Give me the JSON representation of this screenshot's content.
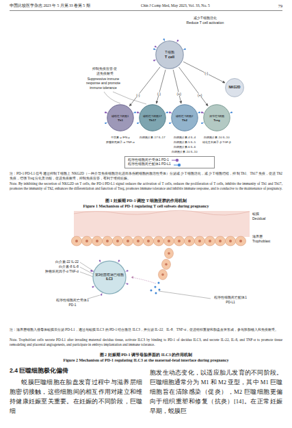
{
  "diagram": {
    "nodes": [
      {
        "text": [
          "T细胞",
          "T cell"
        ]
      },
      {
        "text": [
          "NKG2D"
        ]
      },
      {
        "text": [
          "辅助性T细胞1",
          "Th1"
        ]
      },
      {
        "text": [
          "辅助性T细胞17",
          "Th17"
        ]
      },
      {
        "text": [
          "辅助性T细胞2",
          "Th2"
        ]
      },
      {
        "text": [
          "调节性T细胞",
          "Treg"
        ]
      },
      {
        "text": [
          "第3组固有淋巴细胞",
          "ILC3"
        ]
      }
    ],
    "edges": [
      {
        "from": 0,
        "to": 1,
        "arrow": "to",
        "label": "(-)"
      },
      {
        "from": 0,
        "to": 2,
        "arrow": "to",
        "label": "(-)"
      },
      {
        "from": 0,
        "to": 3,
        "arrow": "to",
        "label": "(-)"
      },
      {
        "from": 0,
        "to": 4,
        "arrow": "to",
        "label": "(+)"
      },
      {
        "from": 0,
        "to": 5,
        "arrow": "to",
        "label": "(+)"
      }
    ],
    "labels": [
      "中国比较医学杂志 2023 年 5 月第 33 卷第 5 期",
      "Chin J Comp Med, May 2023, Vol. 33, No. 5",
      "79",
      "减少T细胞活化",
      "Reduce T cell activation",
      "抑制免疫应答 促进免疫耐受",
      "Suppressive immune response and promote immune tolerance",
      "干扰素-γ IFN-γ",
      "肿瘤坏死因子-α TNF-α",
      "白细胞介素-17 IL-17",
      "白细胞介素-4 IL-4",
      "白细胞介素-5 IL-5",
      "白细胞介素-6 IL-6",
      "白细胞介素-10 IL-10",
      "白细胞介素-10 IL-10",
      "转化生长因子-β TGF-β",
      "注：PD-1/PD-L1 信号通过抑制 T 细胞上 NKG2D（一种介导免疫细胞活化进而杀伤靶细胞的激活性受体）分泌减少 T 细胞活化，减少 T 细胞增殖，抑制 Th1、Th17 免疫，促进 Th2 免疫，增强 Treg 分化及功能，促进免疫耐受，抑制免疫应答，有利于维持妊娠。",
      "Note. By inhibiting the secretion of NKG2D on T cells, the PD-1/PD-L1 signal reduces the activation of T cells, reduces the proliferation of T cells, inhibits the immunity of Th1 and Th17, promotes the immunity of Th2, enhances the differentiation and function of Treg, promotes immune tolerance and inhibits immune response, and is conducive to the maintenance of pregnancy.",
      "图 1 妊娠期 PD-1 调控 T 细胞亚群的作用机制",
      "Figure 1 Mechanism of PD-1 regulating T cell subsets during pregnancy",
      "蜕膜",
      "Decidual",
      "滋养层",
      "Trophoblast",
      "白介素-22 IL-22",
      "白介素-8 IL-8",
      "肿瘤坏死因子-α TNF-α",
      "程序性细胞死亡受体1",
      "PD-1",
      "程序性细胞死亡配体1",
      "PD-L1",
      "注：滋养层细胞入侵母体蜕膜后分泌 PD-L1，通过与蜕膜 ILC3 的 PD-1 结合激活 ILC3，并分泌 IL-22、IL-8、TNF-α，促进组织重塑和胎盘血管形成，参与胚胎植入和免疫耐受。",
      "Note. Trophoblast cells secrete PD-L1 after invading maternal decidua tissue, activate ILC3 by binding to PD-1 of decidua ILC3, and secrete IL-22, IL-8, and TNF-α to promote tissue remodeling and placental angiogenesis, and participate in embryo implantation and immune tolerance.",
      "图 2 妊娠期 PD-1 调节母胎界面的 ILC3 的作用机制",
      "Figure 2 Mechanism of PD-1 regulating ILC3 at the maternal-fetal interface during pregnancy",
      "2.4 巨噬细胞极化偏倚",
      "蜕膜巨噬细胞在胎盘发育过程中与滋养层细胞密切接触，这些细胞间的相互作用对建立和维持健康妊娠至关重要。在妊娠的不同阶段，巨噬细",
      "胞发生动态变化，以适应胎儿发育的不同阶段。巨噬细胞通常分为 M1 和 M2 亚型，其中 M1 巨噬细胞旨在清除感染（促炎），M2 巨噬细胞更偏向于组织重塑和修复（抗炎）[14]。在正常妊娠早期，蜕膜巨"
    ],
    "legend": [
      {
        "text": "程序性细胞死亡受体1 PD-1"
      },
      {
        "text": "程序性细胞死亡配体1 PD-L1"
      }
    ]
  }
}
